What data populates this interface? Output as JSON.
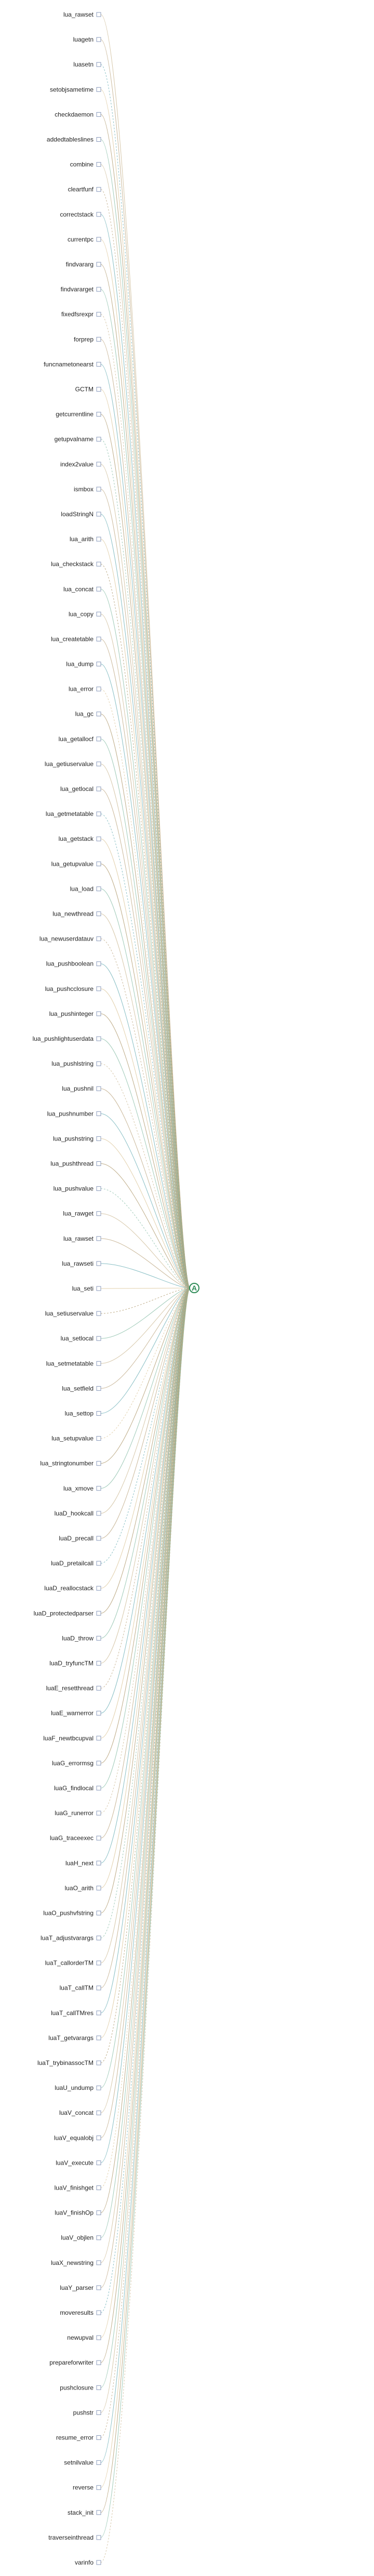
{
  "center_node": {
    "label": "A"
  },
  "colors": {
    "edge_palette": [
      "#c8b48c",
      "#b8a078",
      "#5fa8b0",
      "#d8c090",
      "#a89060",
      "#7fb8a0"
    ],
    "center": "#2e8b57",
    "box": "#8899bb"
  },
  "nodes": [
    "lua_rawset",
    "luagetn",
    "luasetn",
    "setobjsametime",
    "checkdaemon",
    "addedtableslines",
    "combine",
    "cleartfunf",
    "correctstack",
    "currentpc",
    "findvararg",
    "findvararget",
    "fixedfsrexpr",
    "forprep",
    "funcnametonearst",
    "GCTM",
    "getcurrentline",
    "getupvalname",
    "index2value",
    "ismbox",
    "loadStringN",
    "lua_arith",
    "lua_checkstack",
    "lua_concat",
    "lua_copy",
    "lua_createtable",
    "lua_dump",
    "lua_error",
    "lua_gc",
    "lua_getallocf",
    "lua_getiuservalue",
    "lua_getlocal",
    "lua_getmetatable",
    "lua_getstack",
    "lua_getupvalue",
    "lua_load",
    "lua_newthread",
    "lua_newuserdatauv",
    "lua_pushboolean",
    "lua_pushcclosure",
    "lua_pushinteger",
    "lua_pushlightuserdata",
    "lua_pushlstring",
    "lua_pushnil",
    "lua_pushnumber",
    "lua_pushstring",
    "lua_pushthread",
    "lua_pushvalue",
    "lua_rawget",
    "lua_rawset",
    "lua_rawseti",
    "lua_seti",
    "lua_setiuservalue",
    "lua_setlocal",
    "lua_setmetatable",
    "lua_setfield",
    "lua_settop",
    "lua_setupvalue",
    "lua_stringtonumber",
    "lua_xmove",
    "luaD_hookcall",
    "luaD_precall",
    "luaD_pretailcall",
    "luaD_reallocstack",
    "luaD_protectedparser",
    "luaD_throw",
    "luaD_tryfuncTM",
    "luaE_resetthread",
    "luaE_warnerror",
    "luaF_newtbcupval",
    "luaG_errormsg",
    "luaG_findlocal",
    "luaG_runerror",
    "luaG_traceexec",
    "luaH_next",
    "luaO_arith",
    "luaO_pushvfstring",
    "luaT_adjustvarargs",
    "luaT_callorderTM",
    "luaT_callTM",
    "luaT_callTMres",
    "luaT_getvarargs",
    "luaT_trybinassocTM",
    "luaU_undump",
    "luaV_concat",
    "luaV_equalobj",
    "luaV_execute",
    "luaV_finishget",
    "luaV_finishOp",
    "luaV_objlen",
    "luaX_newstring",
    "luaY_parser",
    "moveresults",
    "newupval",
    "prepareforwriter",
    "pushclosure",
    "pushstr",
    "resume_error",
    "setnilvalue",
    "reverse",
    "stack_init",
    "traverseinthread",
    "varinfo"
  ]
}
